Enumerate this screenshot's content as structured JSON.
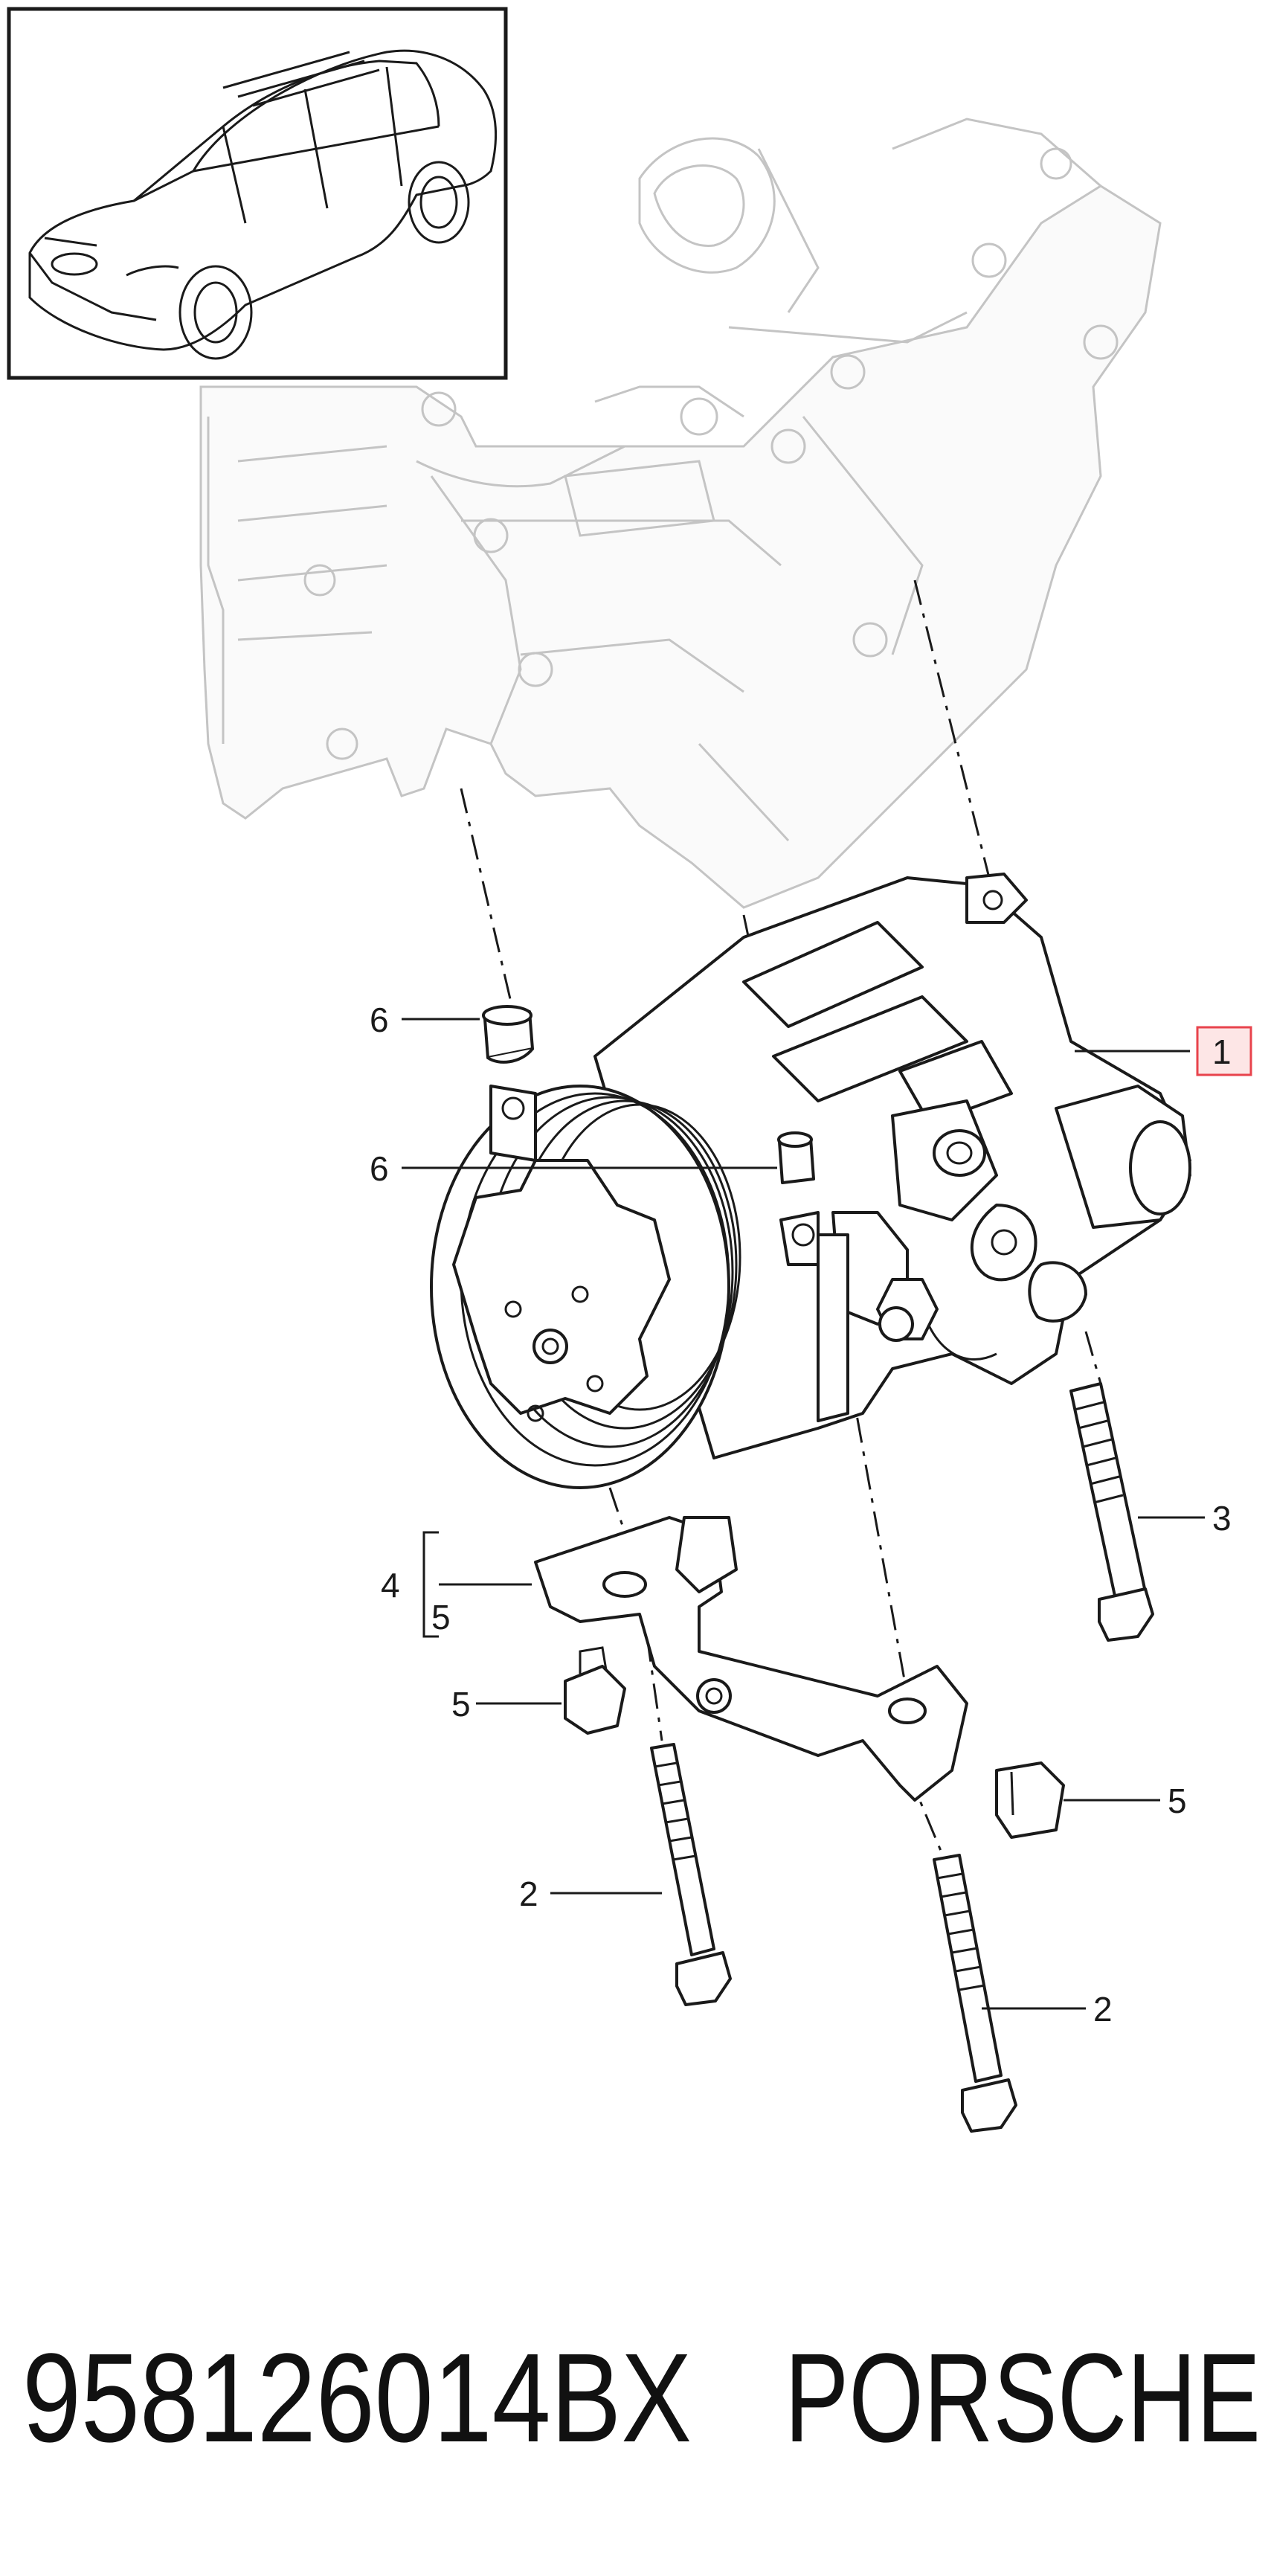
{
  "diagram": {
    "callouts": [
      {
        "id": "c1",
        "label": "1",
        "boxed": true
      },
      {
        "id": "c2a",
        "label": "2"
      },
      {
        "id": "c2b",
        "label": "2"
      },
      {
        "id": "c3",
        "label": "3"
      },
      {
        "id": "c4",
        "label": "4"
      },
      {
        "id": "c5-bracket",
        "label": "5"
      },
      {
        "id": "c5-left",
        "label": "5"
      },
      {
        "id": "c5-right",
        "label": "5"
      },
      {
        "id": "c6-top",
        "label": "6"
      },
      {
        "id": "c6-mid",
        "label": "6"
      }
    ],
    "accent_color": "#e8434c",
    "highlight_fill": "#fde6e6"
  },
  "footer": {
    "part_number": "958126014BX",
    "brand": "PORSCHE"
  },
  "icons": {
    "vehicle_thumbnail": "suv-line-drawing-icon"
  }
}
